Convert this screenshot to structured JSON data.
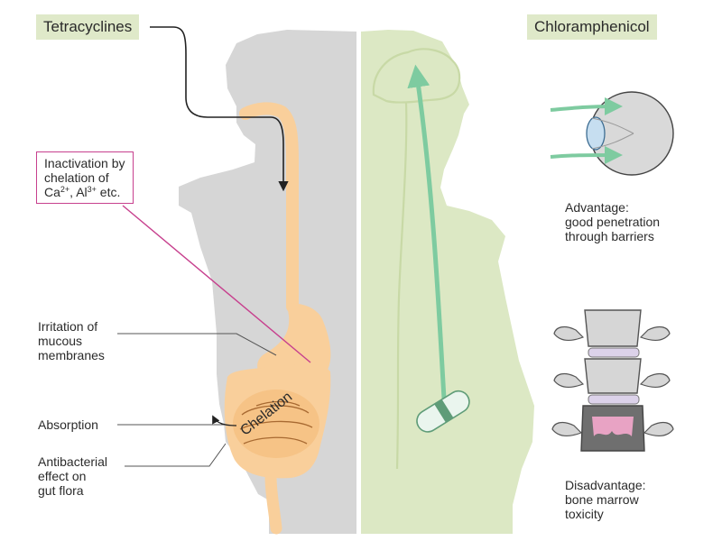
{
  "tetracyclines": {
    "title": "Tetracyclines",
    "inactivation": {
      "line1": "Inactivation by",
      "line2": "chelation of",
      "ca_base": "Ca",
      "ca_charge": "2+",
      "separator": ", ",
      "al_base": "Al",
      "al_charge": "3+",
      "suffix": " etc."
    },
    "irritation": [
      "Irritation of",
      "mucous",
      "membranes"
    ],
    "absorption": "Absorption",
    "antibacterial": [
      "Antibacterial",
      "effect on",
      "gut flora"
    ],
    "chelation": "Chelation"
  },
  "chloramphenicol": {
    "title": "Chloramphenicol",
    "advantage": [
      "Advantage:",
      "good penetration",
      "through barriers"
    ],
    "disadvantage": [
      "Disadvantage:",
      "bone marrow",
      "toxicity"
    ]
  },
  "colors": {
    "body_grey": "#d6d6d6",
    "body_green": "#dce8c4",
    "gut_orange": "#f9cf9b",
    "arrow_green": "#7ecba0",
    "leader_magenta": "#c7408e",
    "tag_background": "#dfe9c9"
  }
}
